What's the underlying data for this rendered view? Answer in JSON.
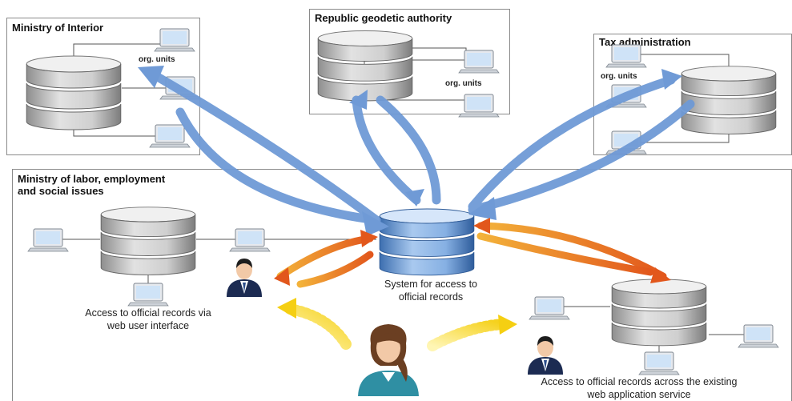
{
  "boxes": {
    "ministry_interior": {
      "title": "Ministry of Interior",
      "org_units": "org. units"
    },
    "geodetic": {
      "title": "Republic geodetic authority",
      "org_units": "org. units"
    },
    "tax": {
      "title": "Tax administration",
      "org_units": "org. units"
    },
    "labor": {
      "title_line1": "Ministry of labor, employment",
      "title_line2": "and social issues"
    }
  },
  "captions": {
    "central_line1": "System for access to",
    "central_line2": "official records",
    "web_ui_line1": "Access to official records via",
    "web_ui_line2": "web user interface",
    "web_service_line1": "Access to official records across the existing",
    "web_service_line2": "web application service"
  },
  "colors": {
    "blue_arrow": "#6f9ad6",
    "orange_arrow": "#ef7b22",
    "yellow_arrow": "#f7d21a",
    "db_gray": "#b8b8b8",
    "db_blue": "#5b8fcf",
    "monitor_screen": "#cfe3f7"
  },
  "icons": [
    "database-icon",
    "monitor-icon",
    "user-icon",
    "woman-user-icon",
    "arrow"
  ]
}
